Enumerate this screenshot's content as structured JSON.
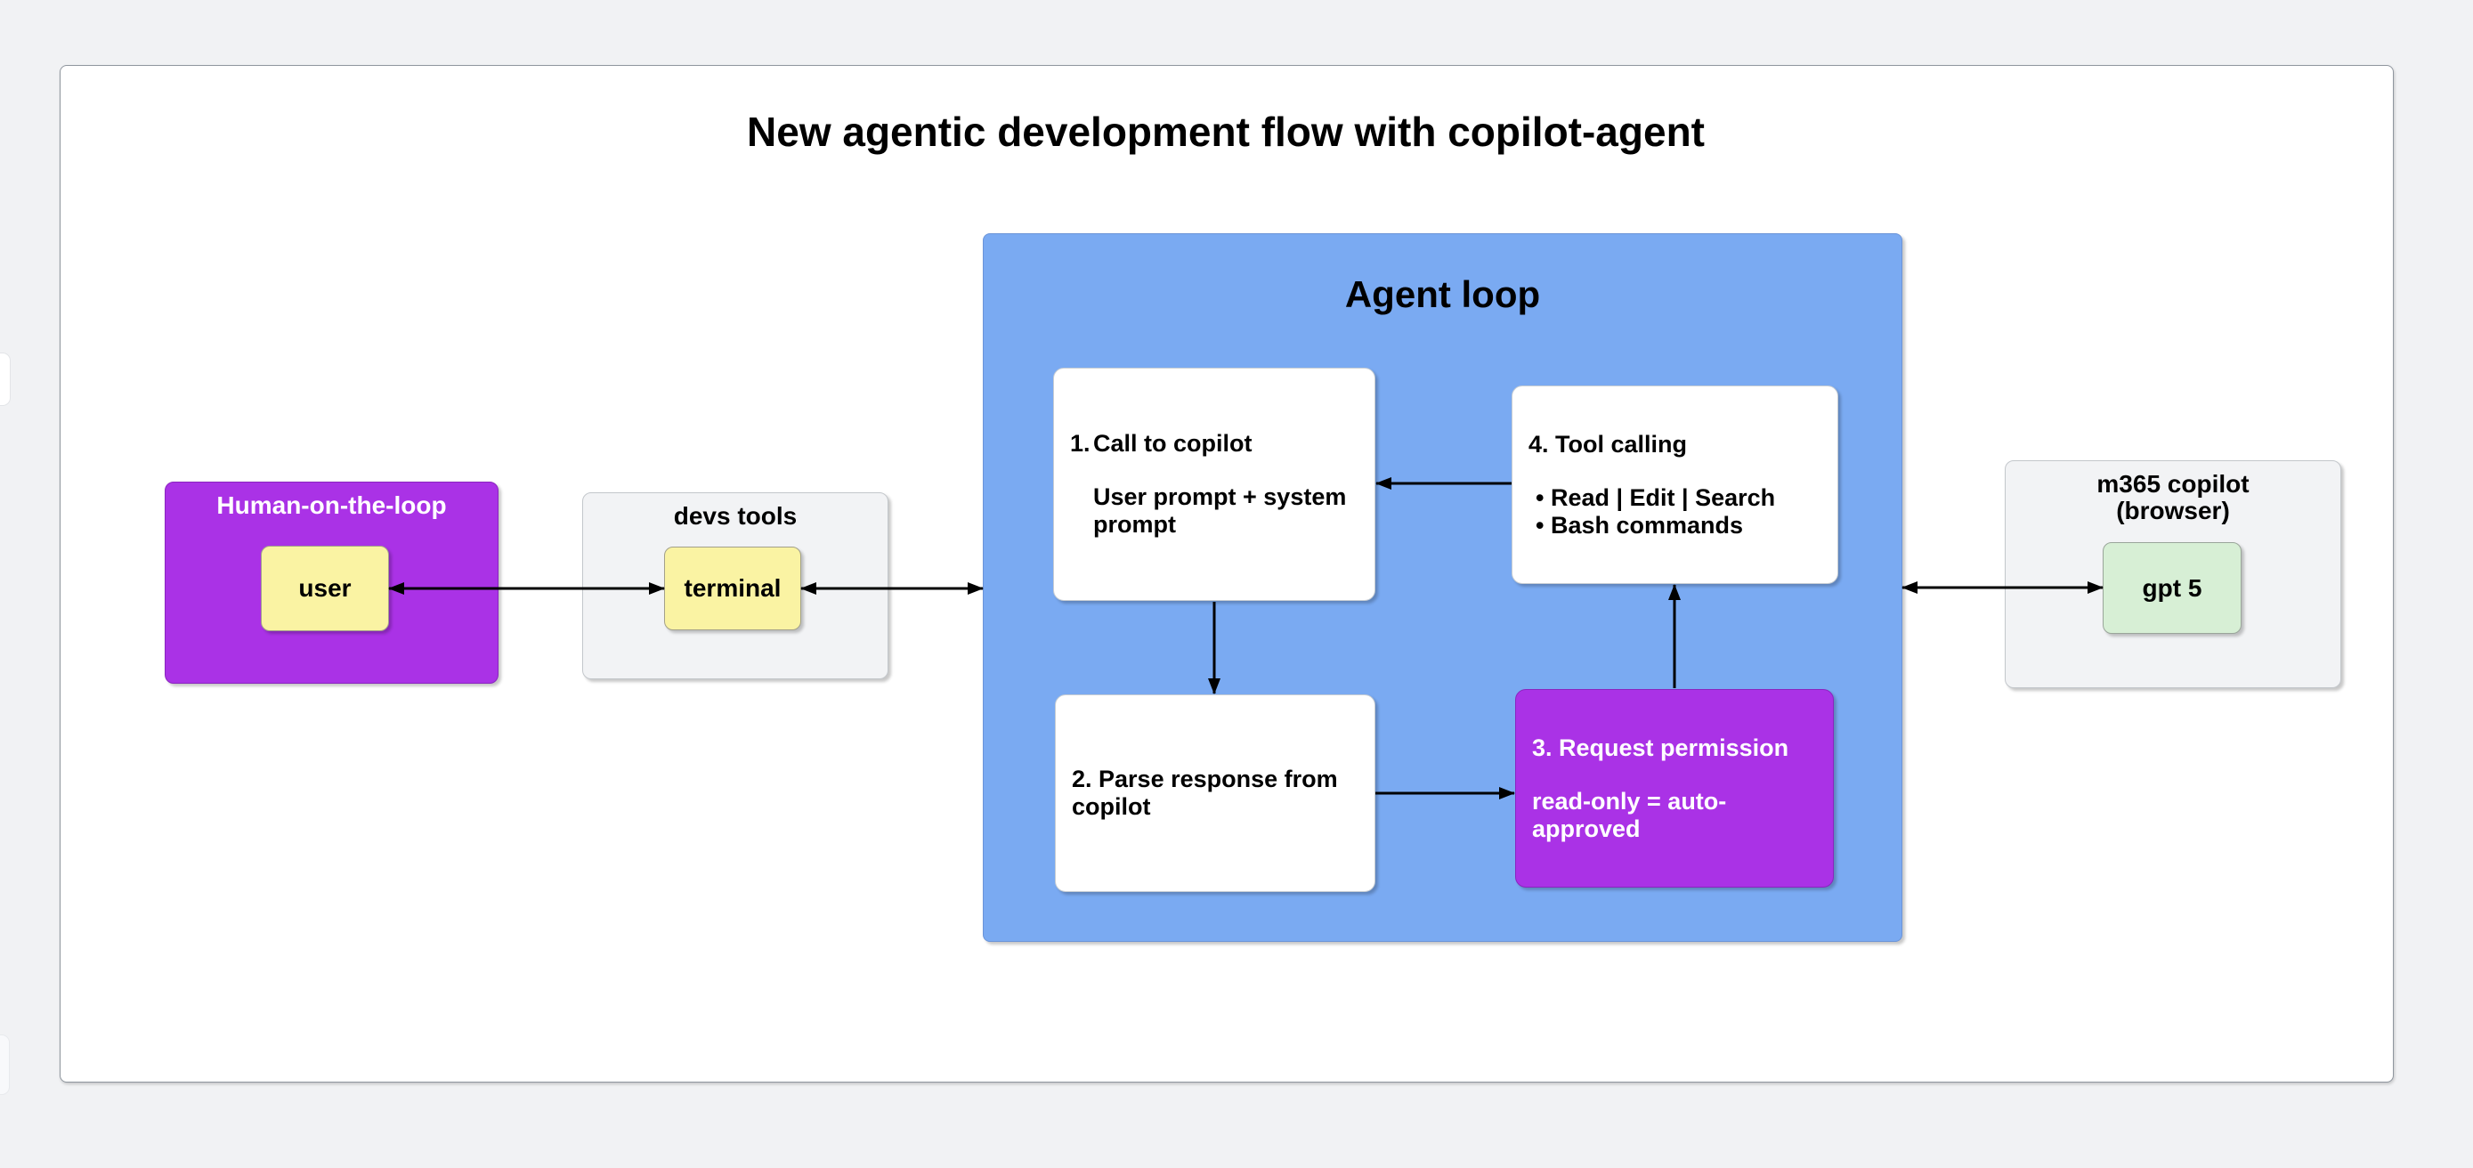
{
  "title": "New agentic development flow with copilot-agent",
  "colors": {
    "page_background": "#f1f2f4",
    "canvas_background": "#ffffff",
    "purple": "#aa32e6",
    "blue": "#7aaaf2",
    "yellow": "#faf3a3",
    "gray_container": "#f2f3f5",
    "green": "#d7efd5",
    "arrow": "#000000"
  },
  "containers": {
    "human_loop": {
      "label": "Human-on-the-loop"
    },
    "devs_tools": {
      "label": "devs tools"
    },
    "agent_loop": {
      "label": "Agent loop"
    },
    "m365": {
      "label_line1": "m365 copilot",
      "label_line2": "(browser)"
    }
  },
  "nodes": {
    "user": {
      "label": "user"
    },
    "terminal": {
      "label": "terminal"
    },
    "gpt5": {
      "label": "gpt 5"
    },
    "step1": {
      "number": "1.",
      "title": "Call to copilot",
      "detail": "User prompt + system prompt"
    },
    "step2": {
      "text": "2. Parse response from copilot"
    },
    "step3": {
      "title": "3. Request permission",
      "detail": "read-only = auto-approved"
    },
    "step4": {
      "title": "4. Tool calling",
      "bullets": [
        "• Read | Edit | Search",
        "• Bash commands"
      ]
    }
  }
}
